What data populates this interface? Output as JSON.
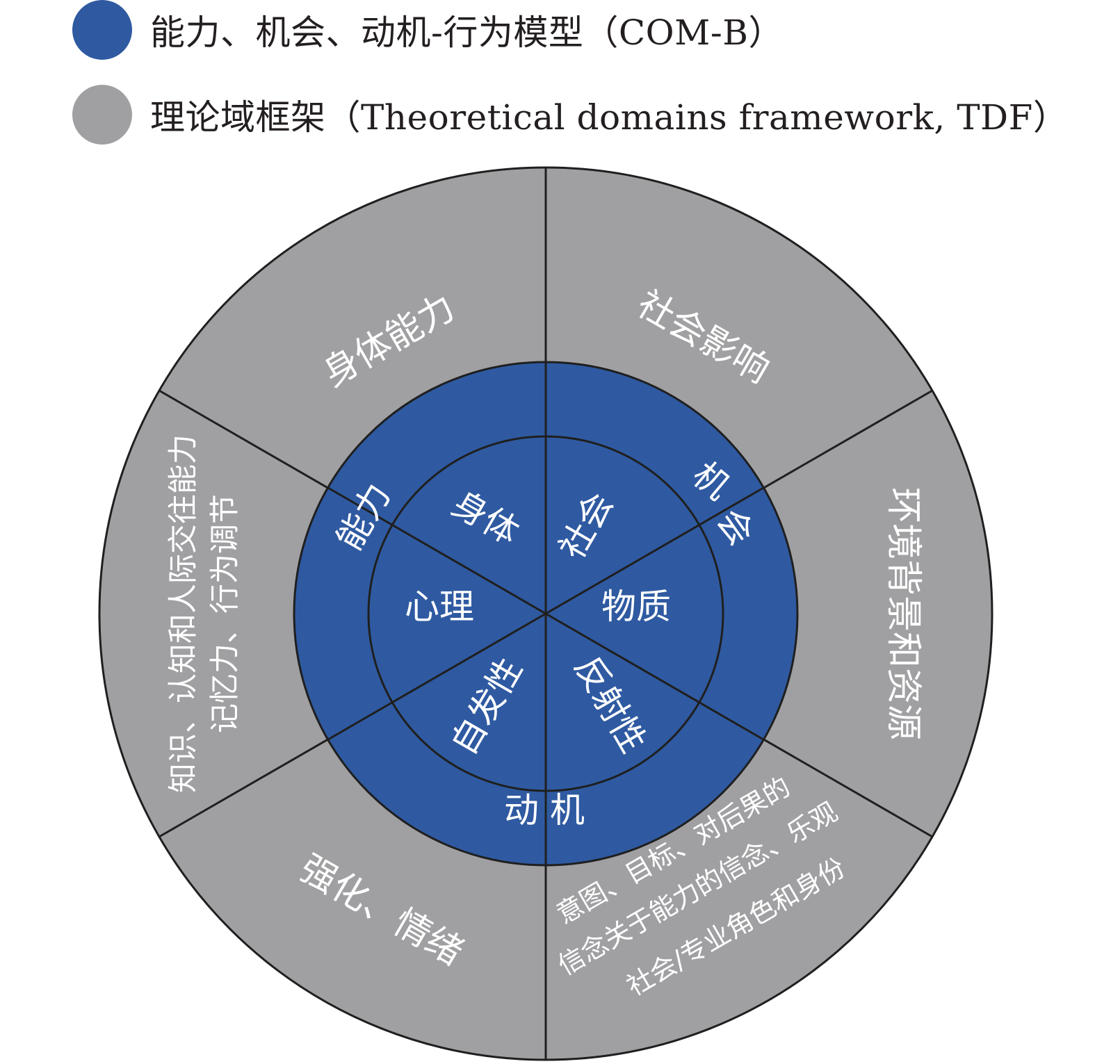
{
  "colors": {
    "com_b": "#2f5aa1",
    "tdf": "#a0a0a3",
    "line": "#1f1f1f",
    "label": "#ffffff",
    "legend_text": "#231f20"
  },
  "legend": [
    {
      "label": "能力、机会、动机-行为模型（COM-B）",
      "color": "#2f5aa1"
    },
    {
      "label": "理论域框架（Theoretical domains framework, TDF）",
      "color": "#a0a0a3"
    }
  ],
  "com_b": {
    "capability": "能力",
    "opportunity_chars": [
      "机",
      "会"
    ],
    "motivation": "动 机"
  },
  "inner": {
    "physical": "身体",
    "social": "社会",
    "psychological": "心理",
    "physical_material": "物质",
    "automatic": "自发性",
    "reflective": "反射性"
  },
  "tdf": {
    "physical_skills": "身体能力",
    "social_influences": "社会影响",
    "environment": "环境背景和资源",
    "cognitive_line1": "知识、认知和人际交往能力",
    "cognitive_line2": "记忆力、行为调节",
    "reinforcement": "强化、情绪",
    "reflective_line1": "意图、目标、对后果的",
    "reflective_line2": "信念关于能力的信念、乐观",
    "reflective_line3": "社会/专业角色和身份"
  }
}
